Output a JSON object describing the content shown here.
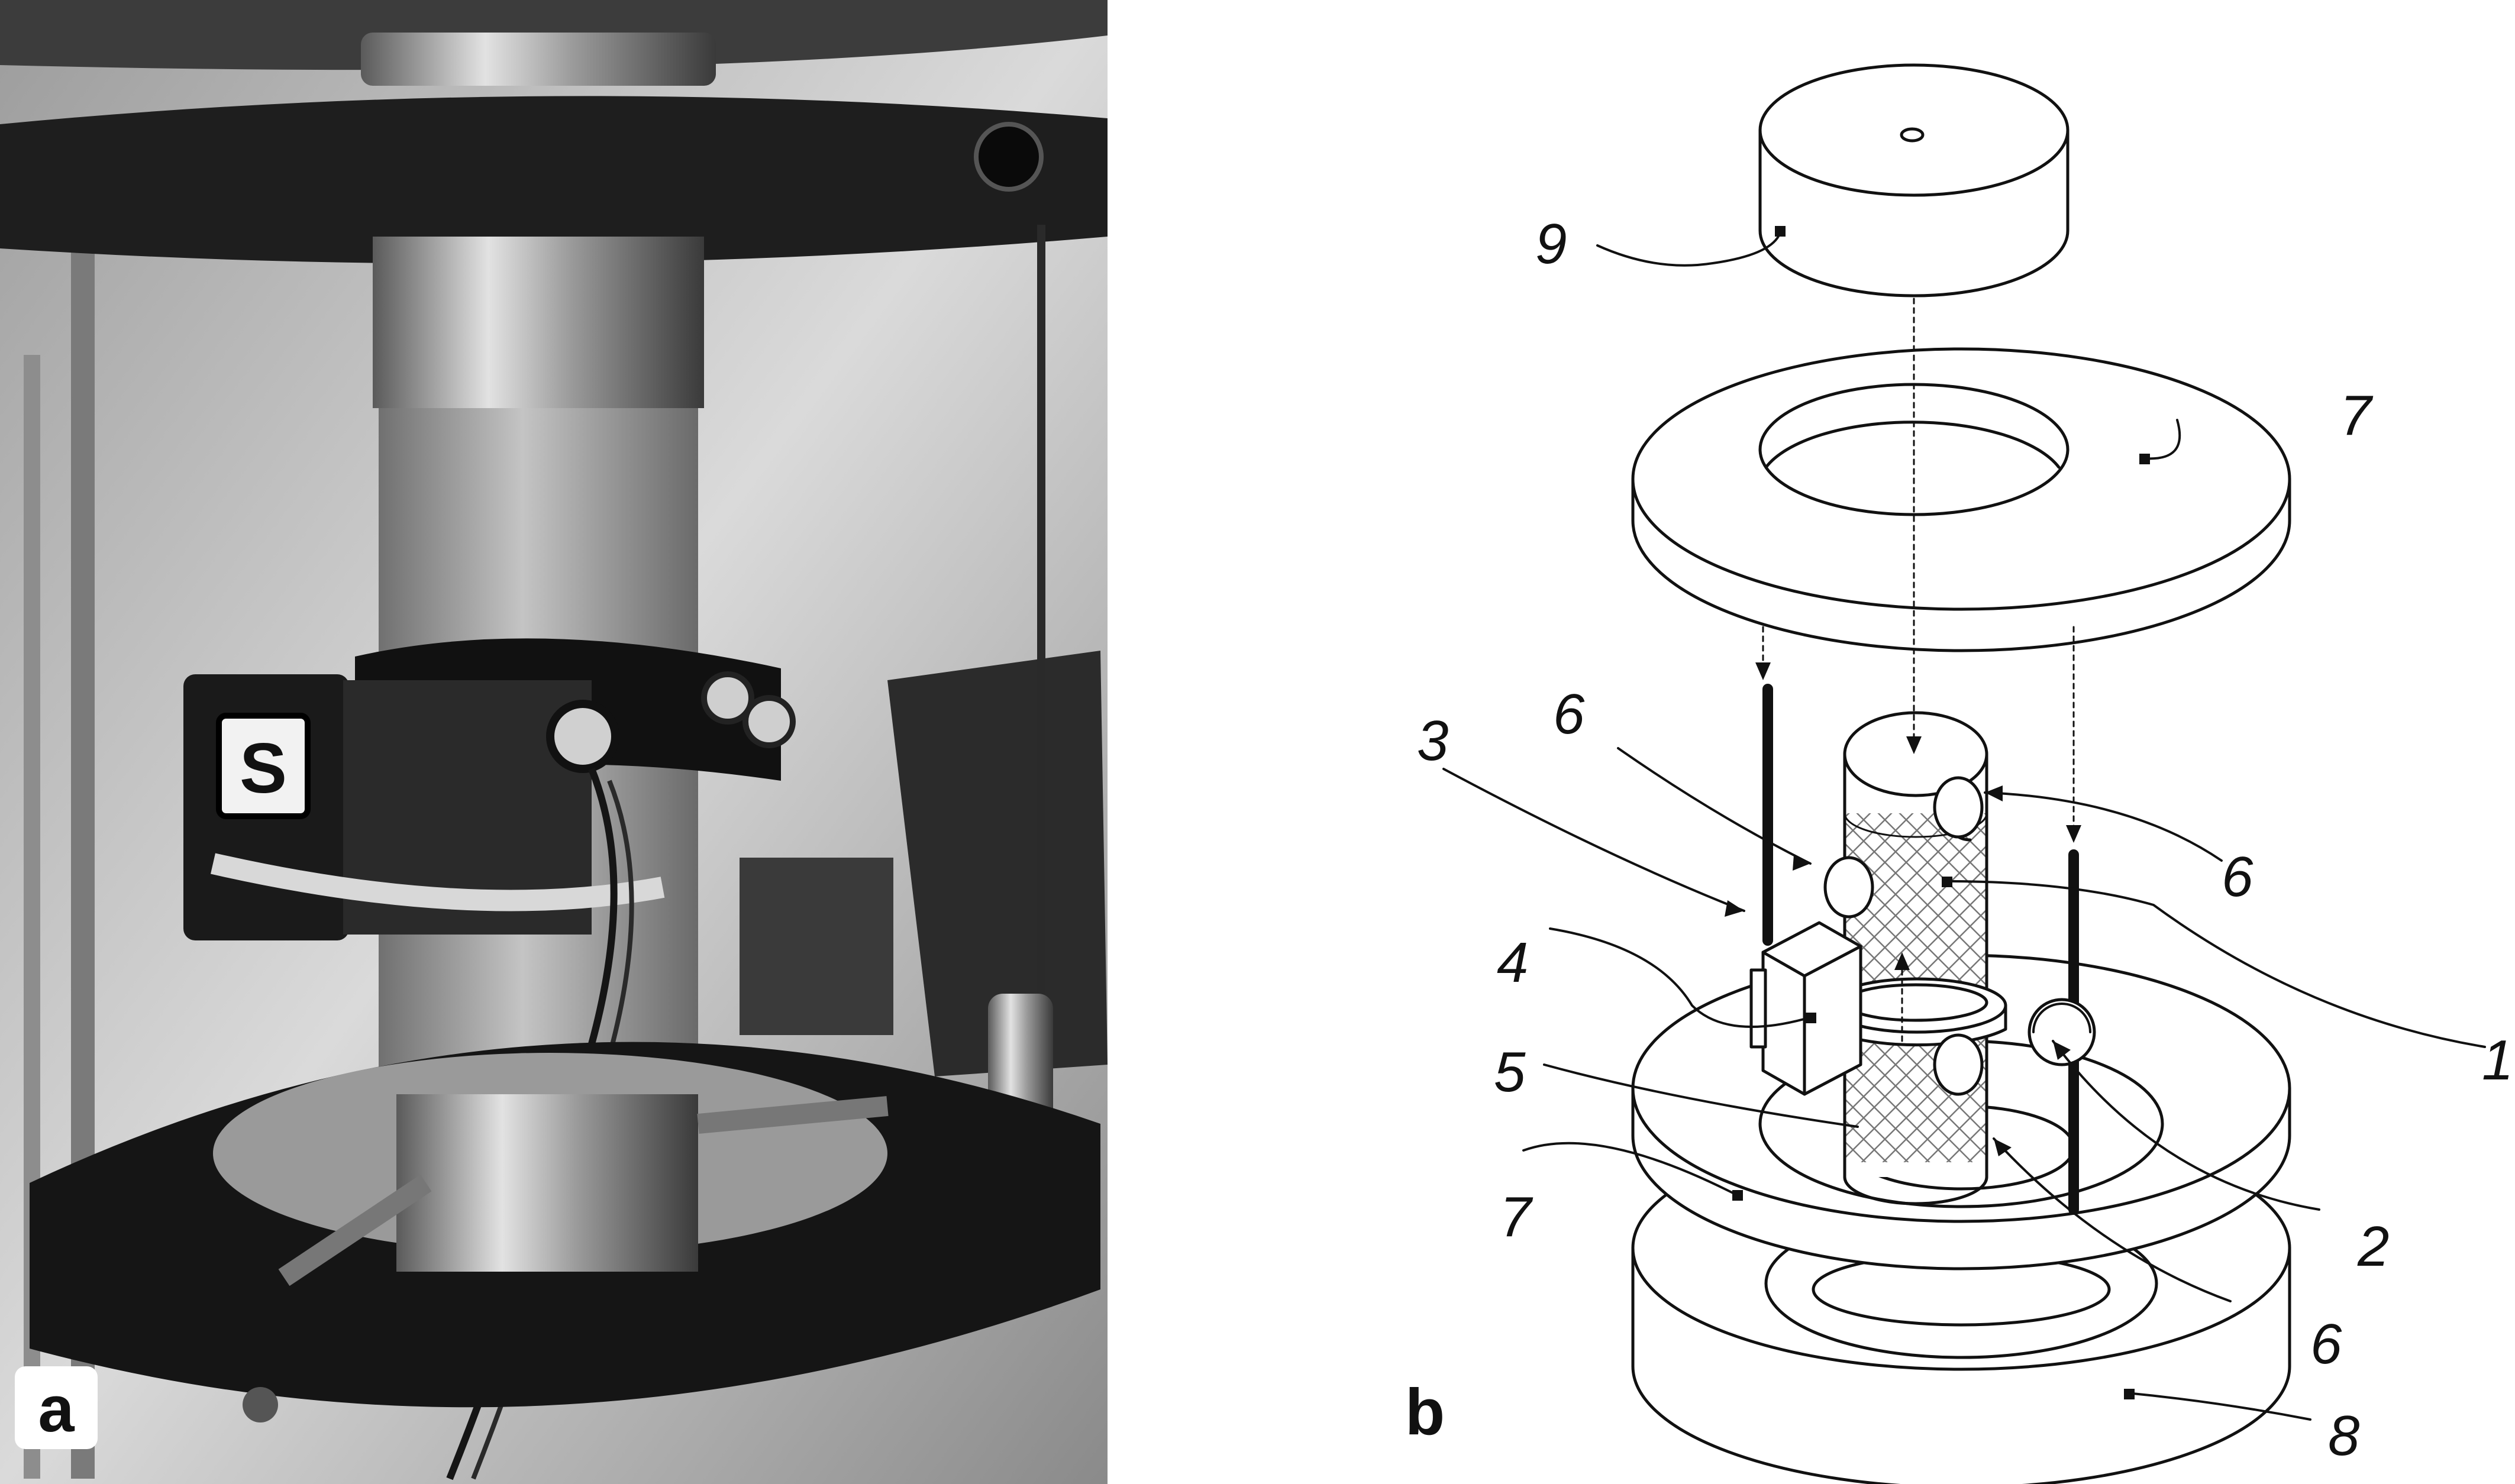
{
  "panels": {
    "a": {
      "label": "a",
      "kind": "photograph"
    },
    "b": {
      "label": "b",
      "kind": "exploded-diagram"
    }
  },
  "callouts": {
    "n1": "1",
    "n2": "2",
    "n3": "3",
    "n4": "4",
    "n5": "5",
    "n6_top_left": "6",
    "n6_top_right": "6",
    "n6_bottom": "6",
    "n7_top": "7",
    "n7_bottom": "7",
    "n8": "8",
    "n9": "9"
  },
  "colors": {
    "ink": "#111111",
    "photo_dark": "#1a1a1a",
    "photo_metal": "#b8b8b8",
    "badge_bg": "#ffffff"
  }
}
